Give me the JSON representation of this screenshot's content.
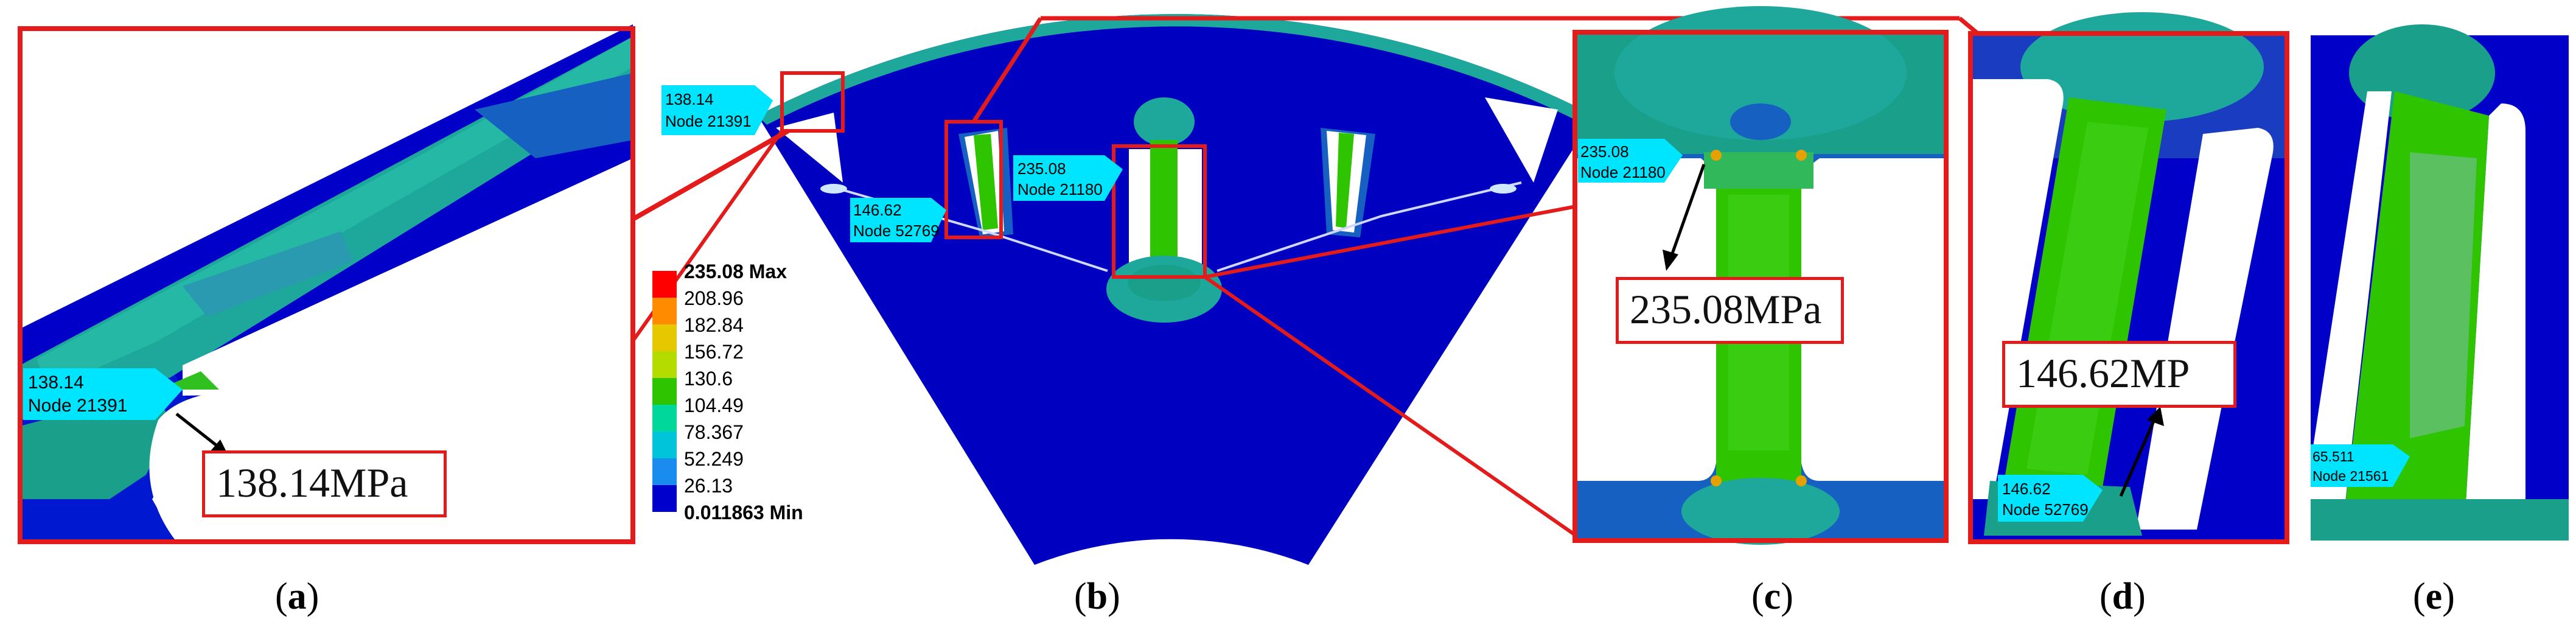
{
  "legend": {
    "max": "235.08 Max",
    "ticks": [
      "208.96",
      "182.84",
      "156.72",
      "130.6",
      "104.49",
      "78.367",
      "52.249",
      "26.13"
    ],
    "min": "0.011863 Min",
    "colors": [
      "#ff0000",
      "#ff8c00",
      "#e6c800",
      "#b4dc00",
      "#2ec400",
      "#00d79a",
      "#00c4d9",
      "#1a8cf0",
      "#0000cc"
    ]
  },
  "probes": {
    "a_value": "138.14",
    "a_node": "Node 21391",
    "b1_value": "138.14",
    "b1_node": "Node 21391",
    "b2_value": "146.62",
    "b2_node": "Node 52769",
    "b3_value": "235.08",
    "b3_node": "Node 21180",
    "c_value": "235.08",
    "c_node": "Node 21180",
    "d_value": "146.62",
    "d_node": "Node 52769",
    "e_value": "65.511",
    "e_node": "Node 21561"
  },
  "callouts": {
    "a": "138.14MPa",
    "c": "235.08MPa",
    "d": "146.62MP"
  },
  "panel_labels": [
    "a",
    "b",
    "c",
    "d",
    "e"
  ],
  "colors": {
    "background_blue": "#00008b",
    "frame_red": "#e31b1b",
    "probe_cyan": "#00e5ff",
    "green_stress": "#2ec400",
    "teal_stress": "#1aa89a"
  }
}
